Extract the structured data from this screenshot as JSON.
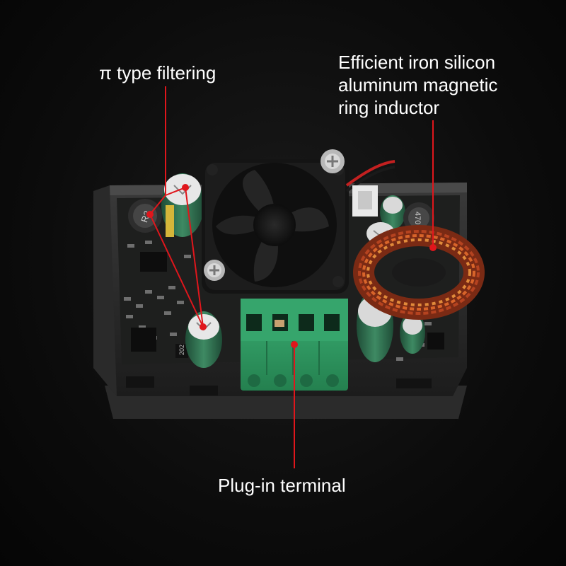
{
  "captions": {
    "pi_filter": "π type filtering",
    "inductor": [
      "Efficient iron silicon",
      "aluminum magnetic",
      "ring inductor"
    ],
    "terminal": "Plug-in terminal"
  },
  "component_markings": {
    "inductor_left": "R2",
    "inductor_right": "470",
    "resistor": "202"
  },
  "colors": {
    "background": "#0c0c0c",
    "callout": "#e0161c",
    "caption_text": "#ffffff",
    "terminal_green": "#2f9a63",
    "capacitor_green": "#2f6b4e",
    "copper": "#c0502a"
  }
}
